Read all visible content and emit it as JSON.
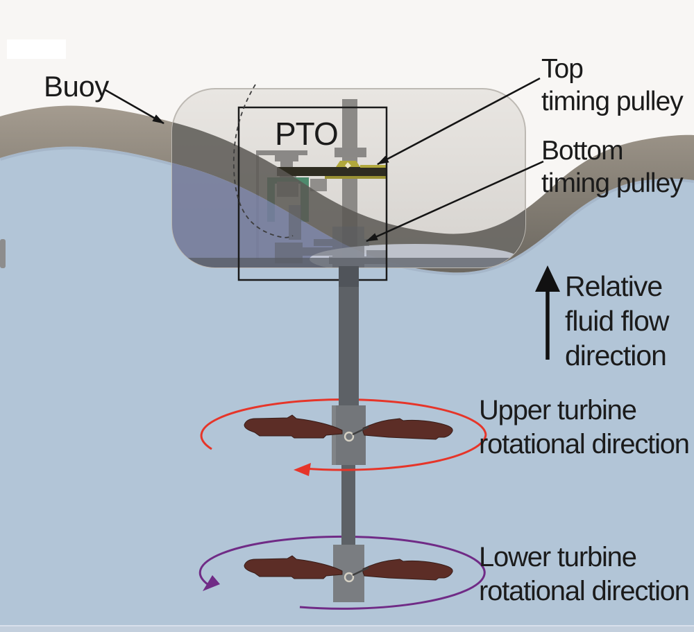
{
  "figure_labels": {
    "buoy": "Buoy",
    "pto": "PTO",
    "top_pulley": [
      "Top",
      "timing pulley"
    ],
    "bottom_pulley": [
      "Bottom",
      "timing pulley"
    ],
    "fluid_flow": [
      "Relative",
      "fluid flow",
      "direction"
    ],
    "upper_turbine": [
      "Upper turbine",
      "rotational direction"
    ],
    "lower_turbine": [
      "Lower turbine",
      "rotational direction"
    ]
  },
  "colors": {
    "sky_background": "#f8f6f4",
    "water": "#b2c5d7",
    "wave_crest_band": "#8a8378",
    "buoy_shell": "#dfdcd8",
    "turbine_blade": "#5c2d26",
    "pulley_belt_yellow": "#b1a83c",
    "generator_frame_green": "#4e8a6d",
    "upper_rotation_arrow": "#e63529",
    "lower_rotation_arrow": "#702b86",
    "annotation_text": "#1b1b1b"
  }
}
